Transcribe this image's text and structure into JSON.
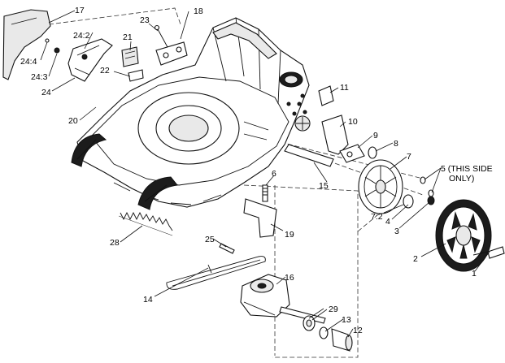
{
  "callouts": {
    "c1": "1",
    "c2": "2",
    "c3": "3",
    "c4": "4",
    "c5a": "5 (THIS SIDE",
    "c5b": "ONLY)",
    "c6": "6",
    "c7": "7",
    "c7_2": "7:2",
    "c8": "8",
    "c9": "9",
    "c10": "10",
    "c11": "11",
    "c12": "12",
    "c13": "13",
    "c14": "14",
    "c15": "15",
    "c16": "16",
    "c17": "17",
    "c18": "18",
    "c19": "19",
    "c20": "20",
    "c21": "21",
    "c22": "22",
    "c23": "23",
    "c24": "24",
    "c24_2": "24:2",
    "c24_3": "24:3",
    "c24_4": "24:4",
    "c25": "25",
    "c28": "28",
    "c29": "29"
  }
}
